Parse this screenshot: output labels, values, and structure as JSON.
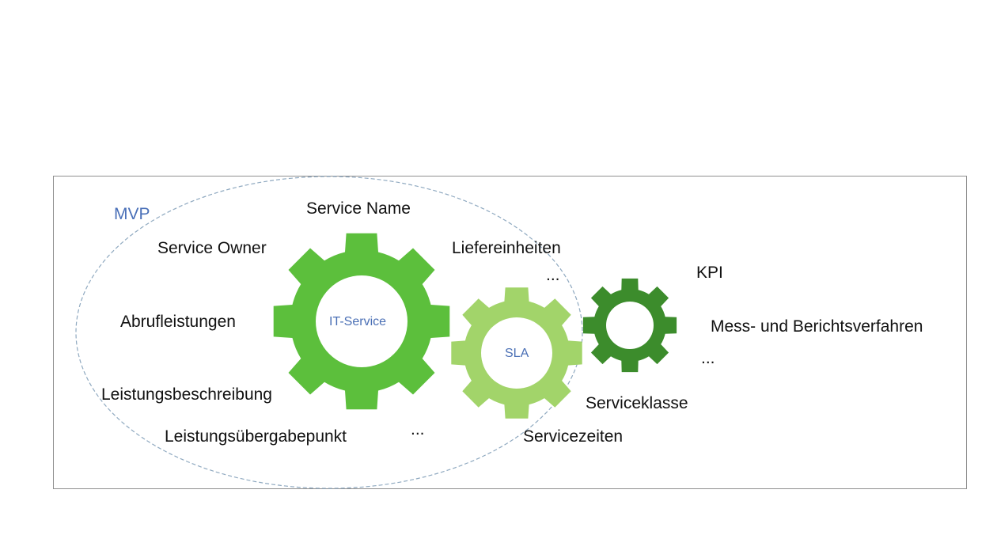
{
  "diagram": {
    "scope_label": "MVP",
    "gears": {
      "it_service": {
        "label": "IT-Service",
        "color": "#5cbf3c"
      },
      "sla": {
        "label": "SLA",
        "color": "#a2d46a"
      },
      "kpi_gear": {
        "color": "#3c8c2c"
      }
    },
    "ellipse_color": "#8fa9c0",
    "labels": {
      "service_name": "Service Name",
      "service_owner": "Service Owner",
      "liefereinheiten": "Liefereinheiten",
      "ellipsis_top": "...",
      "abrufleistungen": "Abrufleistungen",
      "leistungsbeschreibung": "Leistungsbeschreibung",
      "leistungsuebergabepunkt": "Leistungsübergabepunkt",
      "ellipsis_bottom": "...",
      "serviceklasse": "Serviceklasse",
      "servicezeiten": "Servicezeiten",
      "kpi": "KPI",
      "mess_und_berichtsverfahren": "Mess- und Berichtsverfahren",
      "ellipsis_right": "..."
    }
  }
}
